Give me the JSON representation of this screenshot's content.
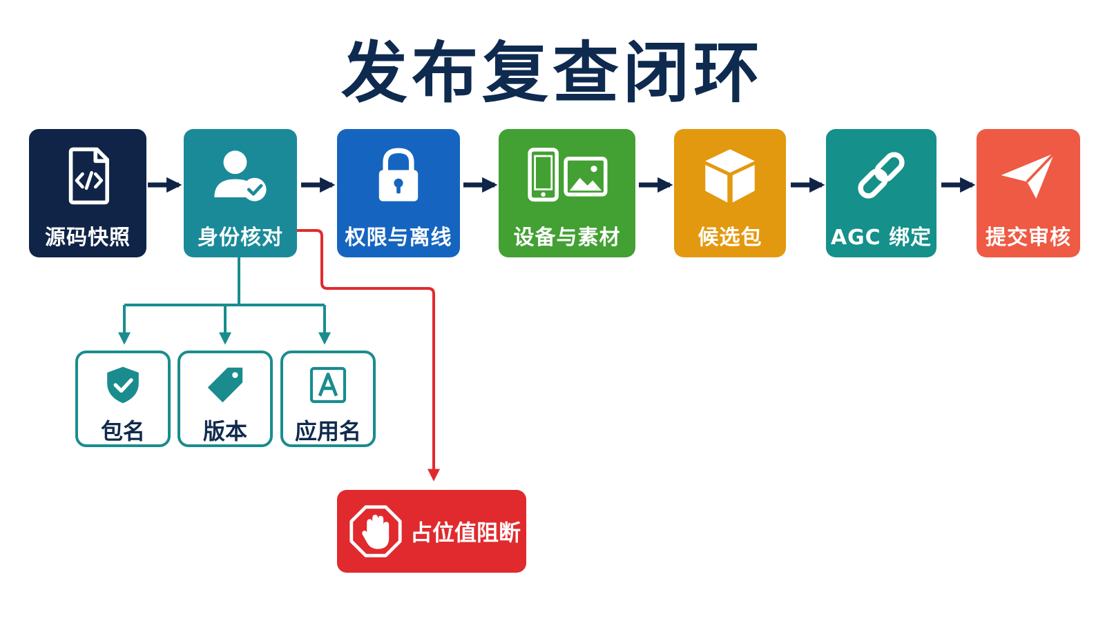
{
  "title": "发布复查闭环",
  "steps": [
    {
      "label": "源码快照",
      "icon": "code-file-icon",
      "color": "#0f2447"
    },
    {
      "label": "身份核对",
      "icon": "user-check-icon",
      "color": "#1a8a99"
    },
    {
      "label": "权限与离线",
      "icon": "lock-icon",
      "color": "#1565c0"
    },
    {
      "label": "设备与素材",
      "icon": "device-image-icon",
      "color": "#43a033"
    },
    {
      "label": "候选包",
      "icon": "package-box-icon",
      "color": "#e3990f"
    },
    {
      "label": "AGC 绑定",
      "icon": "link-chain-icon",
      "color": "#15908a"
    },
    {
      "label": "提交审核",
      "icon": "paper-plane-icon",
      "color": "#ee5a44"
    }
  ],
  "checks": [
    {
      "label": "包名",
      "icon": "shield-check-icon"
    },
    {
      "label": "版本",
      "icon": "tag-icon"
    },
    {
      "label": "应用名",
      "icon": "letter-a-icon"
    }
  ],
  "blocker": {
    "label": "占位值阻断",
    "icon": "stop-hand-icon"
  },
  "colors": {
    "title": "#0f2a4f",
    "arrow": "#0f2447",
    "branch": "#1a8c8e",
    "block": "#e02a2e"
  }
}
